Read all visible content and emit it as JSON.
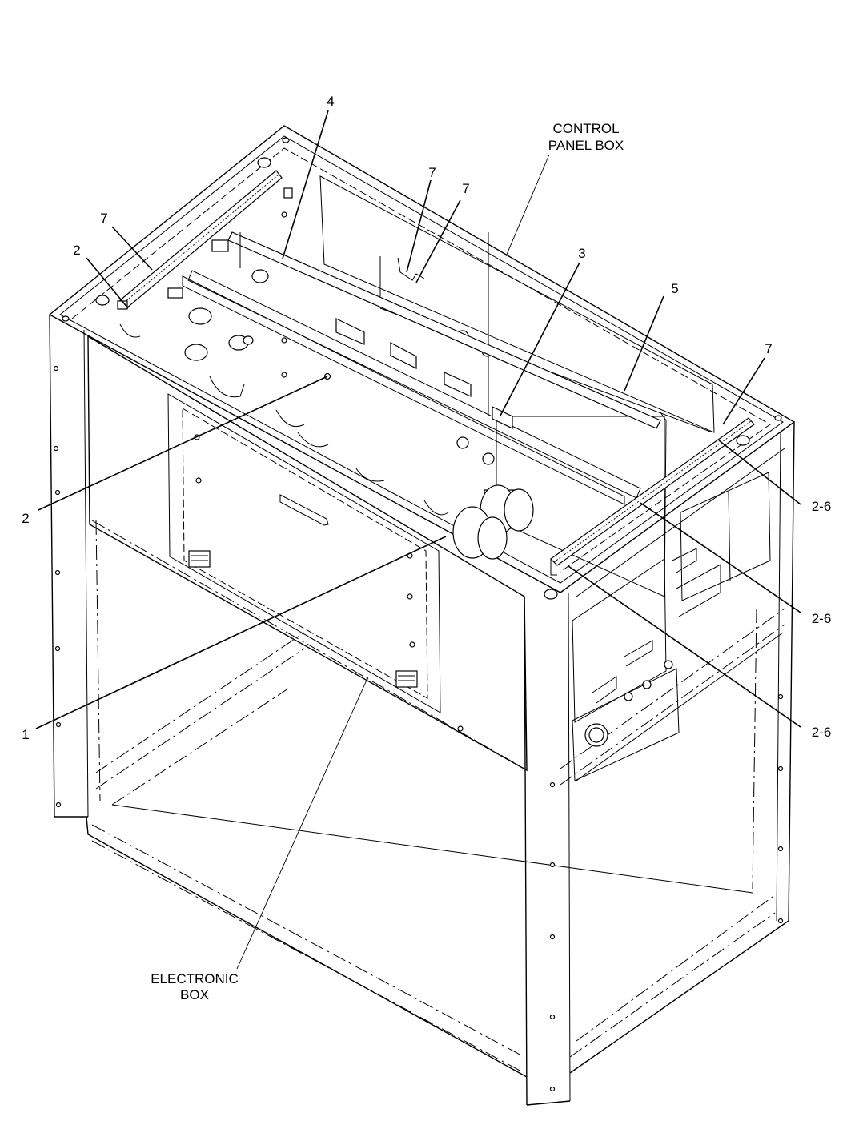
{
  "callouts": {
    "c4": "4",
    "control_panel_box_line1": "CONTROL",
    "control_panel_box_line2": "PANEL BOX",
    "c7_top_a": "7",
    "c7_top_b": "7",
    "c7_left": "7",
    "c2_top": "2",
    "c3": "3",
    "c5": "5",
    "c7_right": "7",
    "c2_left": "2",
    "c2_6_a": "2-6",
    "c2_6_b": "2-6",
    "c2_6_c": "2-6",
    "c1": "1",
    "electronic_box_line1": "ELECTRONIC",
    "electronic_box_line2": "BOX"
  }
}
